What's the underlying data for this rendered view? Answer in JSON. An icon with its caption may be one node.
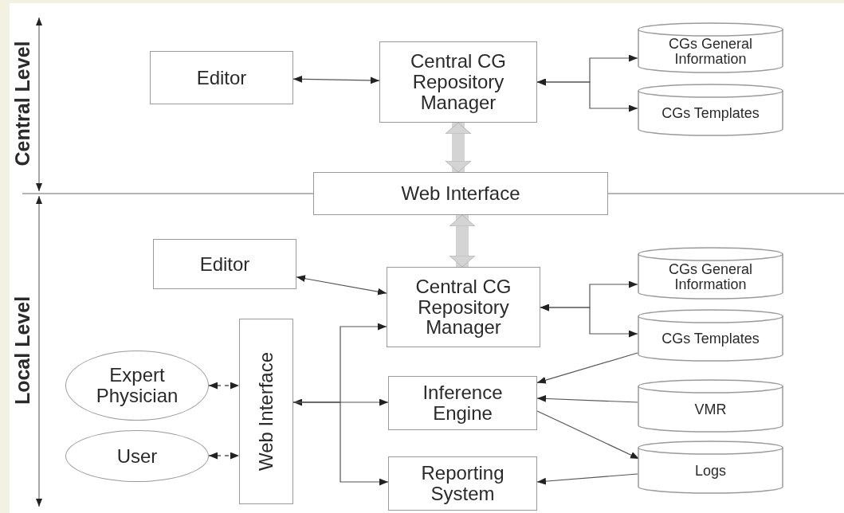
{
  "diagram": {
    "nodes": [
      {
        "text": [
          "Editor"
        ]
      },
      {
        "text": [
          "Central CG Repository Manager"
        ]
      },
      {
        "text": [
          "CGs General Information"
        ]
      },
      {
        "text": [
          "CGs Templates"
        ]
      },
      {
        "text": [
          "Web Interface"
        ]
      },
      {
        "text": [
          "Editor"
        ]
      },
      {
        "text": [
          "Central CG Repository Manager"
        ]
      },
      {
        "text": [
          "CGs General Information"
        ]
      },
      {
        "text": [
          "CGs Templates"
        ]
      },
      {
        "text": [
          "Web Interface"
        ]
      },
      {
        "text": [
          "Expert Physician"
        ]
      },
      {
        "text": [
          "User"
        ]
      },
      {
        "text": [
          "Inference Engine"
        ]
      },
      {
        "text": [
          "VMR"
        ]
      },
      {
        "text": [
          "Reporting System"
        ]
      },
      {
        "text": [
          "Logs"
        ]
      }
    ],
    "edges": [
      {
        "from": 0,
        "to": 1,
        "arrow": "both"
      },
      {
        "from": 1,
        "to": 2,
        "arrow": "both"
      },
      {
        "from": 1,
        "to": 3,
        "arrow": "both"
      },
      {
        "from": 1,
        "to": 4,
        "arrow": "both",
        "style": "thick",
        "color": "#d4d4d4"
      },
      {
        "from": 4,
        "to": 6,
        "arrow": "both",
        "style": "thick",
        "color": "#d4d4d4"
      },
      {
        "from": 5,
        "to": 6,
        "arrow": "both"
      },
      {
        "from": 6,
        "to": 7,
        "arrow": "both"
      },
      {
        "from": 6,
        "to": 8,
        "arrow": "both"
      },
      {
        "from": 10,
        "to": 9,
        "arrow": "both",
        "style": "dashed"
      },
      {
        "from": 11,
        "to": 9,
        "arrow": "both",
        "style": "dashed"
      },
      {
        "from": 9,
        "to": 12,
        "arrow": "both"
      },
      {
        "from": 9,
        "to": 6,
        "arrow": "to"
      },
      {
        "from": 9,
        "to": 14,
        "arrow": "to"
      },
      {
        "from": 8,
        "to": 12,
        "arrow": "to"
      },
      {
        "from": 13,
        "to": 12,
        "arrow": "to"
      },
      {
        "from": 12,
        "to": 15,
        "arrow": "to"
      },
      {
        "from": 15,
        "to": 14,
        "arrow": "to"
      }
    ],
    "labels": [
      "Central Level",
      "Local Level"
    ]
  }
}
